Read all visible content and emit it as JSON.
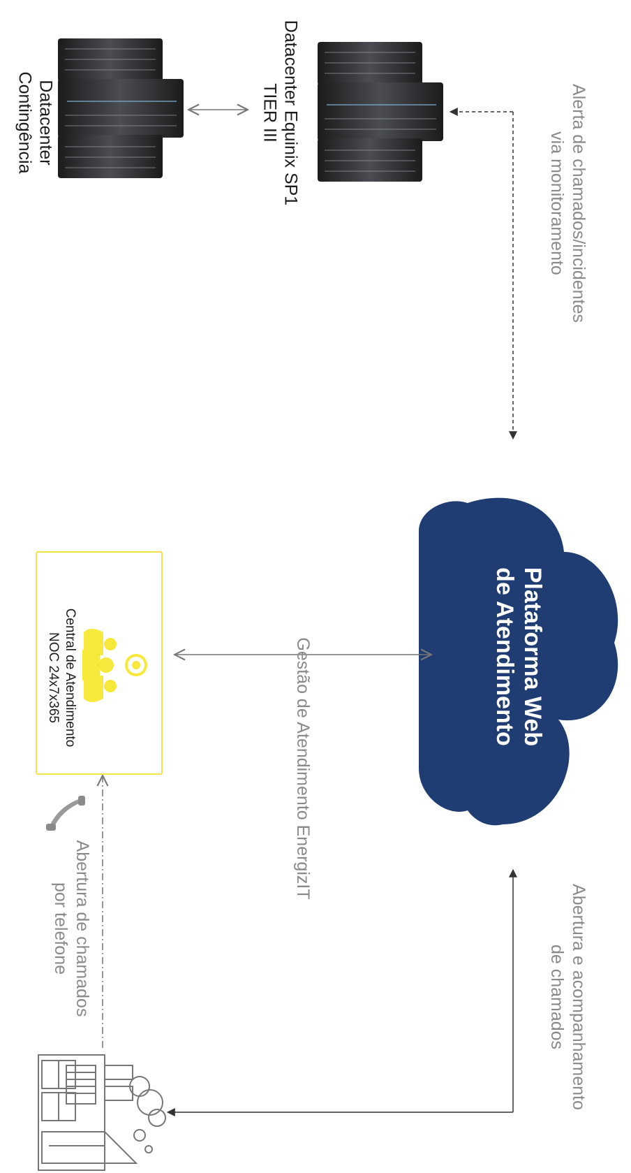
{
  "platform": {
    "title_line1": "Plataforma Web",
    "title_line2": "de Atendimento",
    "color": "#1f3c73"
  },
  "datacenters": {
    "primary_line1": "Datacenter Equinix SP1",
    "primary_line2": "TIER III",
    "backup_line1": "Datacenter",
    "backup_line2": "Contingência"
  },
  "flows": {
    "monitoring_line1": "Alerta de chamados/incidentes",
    "monitoring_line2": "via monitoramento",
    "tracking_line1": "Abertura e acompanhamento",
    "tracking_line2": "de chamados",
    "management": "Gestão de Atendimento EnergizIT",
    "phone_line1": "Abertura de chamados",
    "phone_line2": "por telefone"
  },
  "noc": {
    "line1": "Central de Atendimento",
    "line2": "NOC 24x7x365",
    "border_color": "#f3e24a",
    "icon_color": "#f6e93b"
  },
  "icons": {
    "server_racks": "server-rack-icon",
    "support_team": "support-team-icon",
    "phone": "phone-icon",
    "client": "factory-icon"
  }
}
